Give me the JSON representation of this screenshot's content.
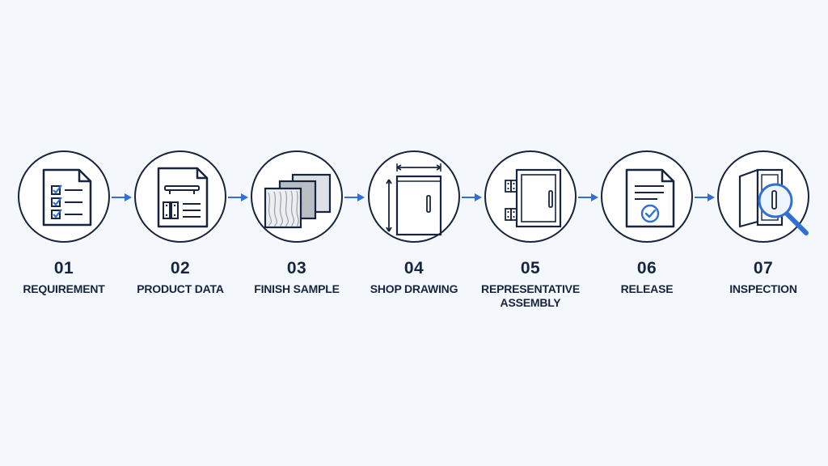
{
  "accent_color": "#2f6fd6",
  "ink_color": "#16243d",
  "steps": [
    {
      "number": "01",
      "label": "REQUIREMENT",
      "icon": "checklist-document-icon"
    },
    {
      "number": "02",
      "label": "PRODUCT DATA",
      "icon": "hardware-data-sheet-icon"
    },
    {
      "number": "03",
      "label": "FINISH SAMPLE",
      "icon": "finish-swatches-icon"
    },
    {
      "number": "04",
      "label": "SHOP DRAWING",
      "icon": "dimensioned-door-drawing-icon"
    },
    {
      "number": "05",
      "label": "REPRESENTATIVE ASSEMBLY",
      "icon": "door-with-hinges-icon"
    },
    {
      "number": "06",
      "label": "RELEASE",
      "icon": "approved-document-icon"
    },
    {
      "number": "07",
      "label": "INSPECTION",
      "icon": "magnifier-inspection-icon"
    }
  ]
}
